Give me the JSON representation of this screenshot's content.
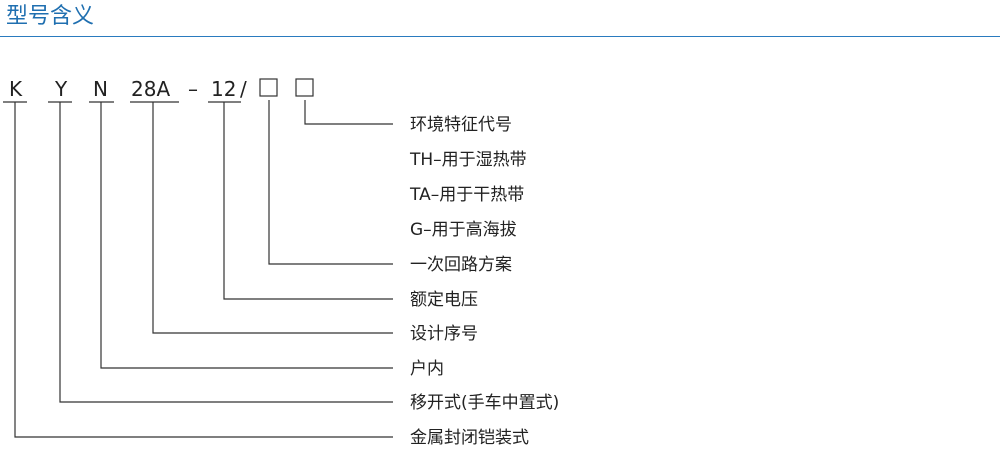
{
  "title": "型号含义",
  "code": {
    "k": "K",
    "y": "Y",
    "n": "N",
    "design": "28A",
    "dash": "–",
    "voltage": "12",
    "slash": "/"
  },
  "labels": {
    "env": "环境特征代号",
    "th": "TH–用于湿热带",
    "ta": "TA–用于干热带",
    "g": "G–用于高海拔",
    "scheme": "一次回路方案",
    "voltage": "额定电压",
    "design": "设计序号",
    "indoor": "户内",
    "removable": "移开式(手车中置式)",
    "metal": "金属封闭铠装式"
  }
}
